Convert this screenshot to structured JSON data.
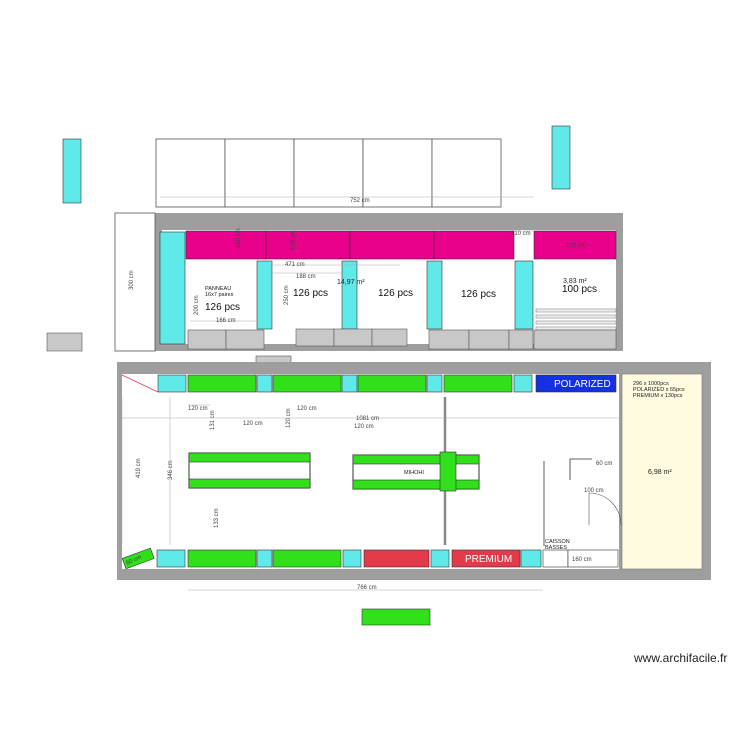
{
  "colors": {
    "wall": "#9e9e9e",
    "floor": "#ffffff",
    "magenta": "#e8008a",
    "cyan": "#5fe9e9",
    "green": "#2fe01a",
    "red": "#e23a4a",
    "blue": "#1430e0",
    "grey_box": "#c8c8c8",
    "zone_yellow": "#fffbe0"
  },
  "top_room": {
    "top_dim": "752 cm",
    "left_dim": "300 cm",
    "area_main": "14,97 m²",
    "area_right": "3,83 m²",
    "dims": {
      "w410": "410 cm",
      "w178": "178 cm",
      "h100a": "100 cm",
      "h100b": "100 cm",
      "w471": "471 cm",
      "w188": "188 cm",
      "h250": "250 cm",
      "h200": "200 cm",
      "w166": "166 cm"
    },
    "panneau_label": "PANNEAU",
    "panneau_sub": "16x7 paires",
    "counts": [
      "126 pcs",
      "126 pcs",
      "126 pcs",
      "126 pcs",
      "100 pcs"
    ]
  },
  "bottom_room": {
    "polarized": "POLARIZED",
    "premium": "PREMIUM",
    "mihohi": "MIHOHI",
    "caisson_line1": "CAISSON",
    "caisson_line2": "BASSES",
    "zone_area": "6,98 m²",
    "zone_notes": [
      "296 x 1000pcs",
      "POLARIZED x 65pcs",
      "PREMIUM x 130pcs"
    ],
    "dims": {
      "w120a": "120 cm",
      "w120b": "120 cm",
      "w120c": "120 cm",
      "w120d": "120 cm",
      "h131": "131 cm",
      "h120": "120 cm",
      "w1081": "1081 cm",
      "h419": "419 cm",
      "h346": "346 cm",
      "h133": "133 cm",
      "w60": "60 cm",
      "w100": "100 cm",
      "w160": "160 cm",
      "w766": "766 cm",
      "w80": "80 cm"
    }
  },
  "watermark": "www.archifacile.fr"
}
